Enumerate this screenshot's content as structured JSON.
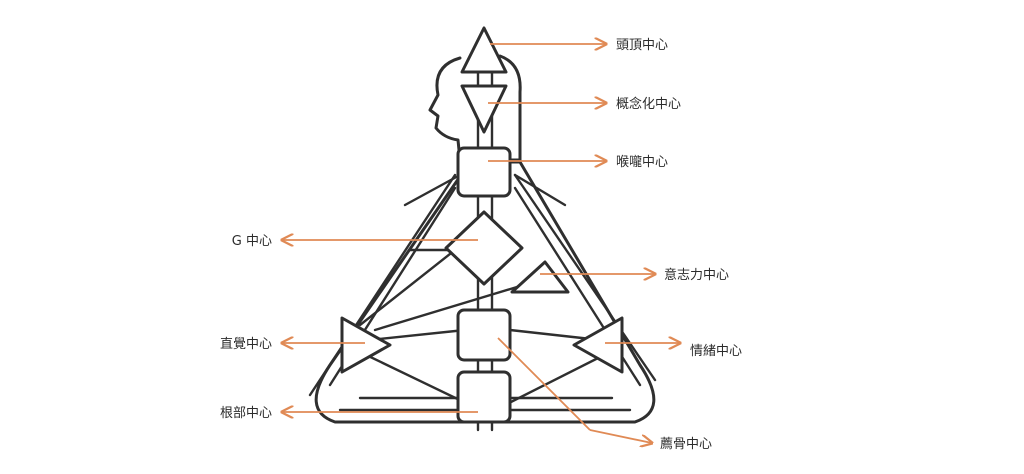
{
  "diagram": {
    "accent_color": "#e08a55",
    "line_color": "#2f2f2f",
    "labels": {
      "head": "頭頂中心",
      "ajna": "概念化中心",
      "throat": "喉嚨中心",
      "g": "G 中心",
      "will": "意志力中心",
      "spleen": "直覺中心",
      "solar": "情緒中心",
      "root": "根部中心",
      "sacral": "薦骨中心"
    }
  }
}
